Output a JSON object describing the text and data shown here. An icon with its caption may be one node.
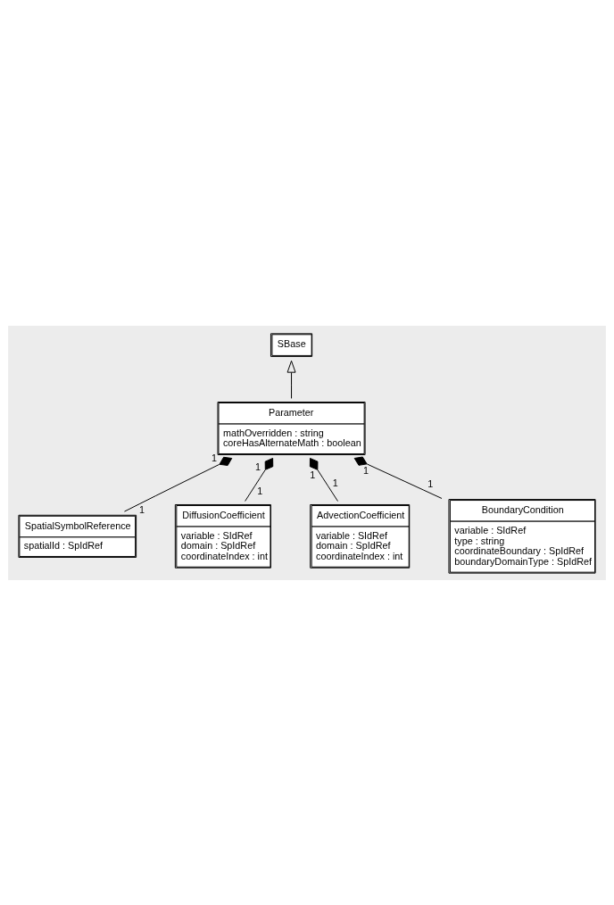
{
  "diagram": {
    "nodes": [
      {
        "text": [
          "SBase"
        ]
      },
      {
        "text": [
          "Parameter",
          "mathOverridden : string",
          "coreHasAlternateMath : boolean"
        ]
      },
      {
        "text": [
          "SpatialSymbolReference",
          "spatialId : SpIdRef"
        ]
      },
      {
        "text": [
          "DiffusionCoefficient",
          "variable : SIdRef",
          "domain : SpIdRef",
          "coordinateIndex : int"
        ]
      },
      {
        "text": [
          "AdvectionCoefficient",
          "variable : SIdRef",
          "domain : SpIdRef",
          "coordinateIndex : int"
        ]
      },
      {
        "text": [
          "BoundaryCondition",
          "variable : SIdRef",
          "type : string",
          "coordinateBoundary : SpIdRef",
          "boundaryDomainType : SpIdRef"
        ]
      }
    ],
    "edges": [
      {
        "from": 1,
        "to": 0,
        "arrow": "to"
      },
      {
        "from": 1,
        "to": 2,
        "arrow": "other"
      },
      {
        "from": 1,
        "to": 3,
        "arrow": "other"
      },
      {
        "from": 1,
        "to": 4,
        "arrow": "other"
      },
      {
        "from": 1,
        "to": 5,
        "arrow": "other"
      }
    ],
    "labels": [
      "1",
      "1",
      "1",
      "1",
      "1",
      "1",
      "1",
      "1"
    ]
  }
}
